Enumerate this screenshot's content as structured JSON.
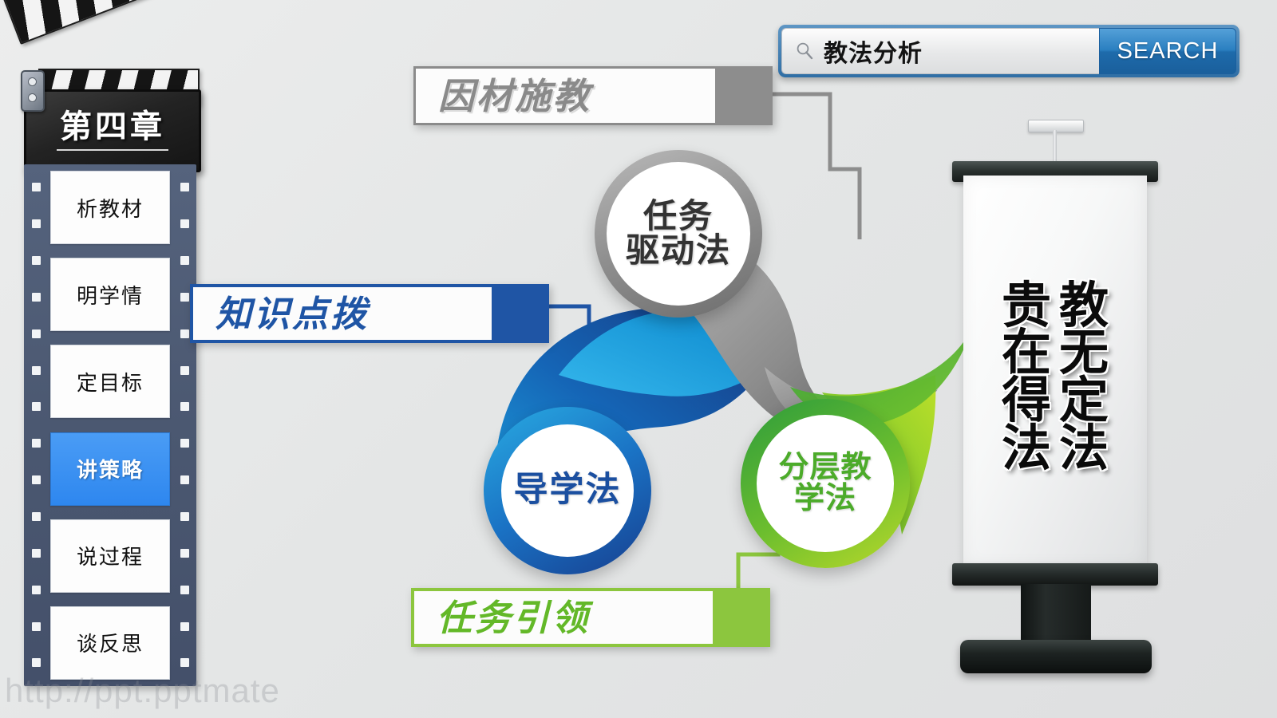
{
  "slide": {
    "chapter_title": "第四章",
    "watermark": "http://ppt.pptmate"
  },
  "sidebar": {
    "items": [
      {
        "label": "析教材",
        "active": false
      },
      {
        "label": "明学情",
        "active": false
      },
      {
        "label": "定目标",
        "active": false
      },
      {
        "label": "讲策略",
        "active": true
      },
      {
        "label": "说过程",
        "active": false
      },
      {
        "label": "谈反思",
        "active": false
      }
    ]
  },
  "search": {
    "value": "教法分析",
    "button_label": "SEARCH",
    "icon": "search-icon",
    "accent_color": "#2a7fc0"
  },
  "plates": [
    {
      "id": "gray",
      "label": "因材施教",
      "color": "#8a8a8a"
    },
    {
      "id": "blue",
      "label": "知识点拨",
      "color": "#1f55a5"
    },
    {
      "id": "green",
      "label": "任务引领",
      "color": "#63b828"
    }
  ],
  "methods": [
    {
      "id": "gray",
      "line1": "任务",
      "line2": "驱动法",
      "color": "#8f8f8f"
    },
    {
      "id": "blue",
      "line1": "导学法",
      "line2": "",
      "color": "#1b4fa0"
    },
    {
      "id": "green",
      "line1": "分层教",
      "line2": "学法",
      "color": "#4cab2a"
    }
  ],
  "banner": {
    "column_right": [
      "教",
      "无",
      "定",
      "法"
    ],
    "column_left": [
      "贵",
      "在",
      "得",
      "法"
    ]
  }
}
